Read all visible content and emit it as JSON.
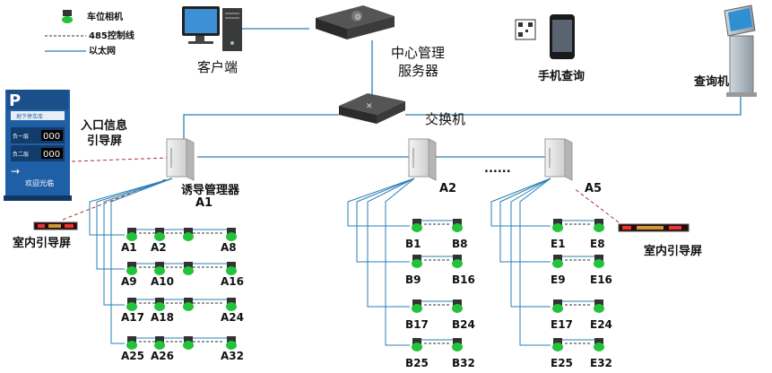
{
  "legend": {
    "camera": "车位相机",
    "rs485": "485控制线",
    "ethernet": "以太网"
  },
  "devices": {
    "client": "客户端",
    "server_line1": "中心管理",
    "server_line2": "服务器",
    "switch": "交换机",
    "mobile": "手机查询",
    "kiosk": "查询机",
    "entrance_line1": "入口信息",
    "entrance_line2": "引导屏",
    "manager_label": "诱导管理器",
    "indoor_left": "室内引导屏",
    "indoor_right": "室内引导屏"
  },
  "entrance_sign": {
    "header": "地下停车库",
    "row1": "负一层",
    "row2": "负二层",
    "digits": "000",
    "welcome": "欢迎光临"
  },
  "ellipsis": "......",
  "groups": [
    {
      "controller": "A1",
      "rows": [
        [
          "A1",
          "A2",
          "A8"
        ],
        [
          "A9",
          "A10",
          "A16"
        ],
        [
          "A17",
          "A18",
          "A24"
        ],
        [
          "A25",
          "A26",
          "A32"
        ]
      ]
    },
    {
      "controller": "A2",
      "rows": [
        [
          "B1",
          "B8"
        ],
        [
          "B9",
          "B16"
        ],
        [
          "B17",
          "B24"
        ],
        [
          "B25",
          "B32"
        ]
      ]
    },
    {
      "controller": "A5",
      "rows": [
        [
          "E1",
          "E8"
        ],
        [
          "E9",
          "E16"
        ],
        [
          "E17",
          "E24"
        ],
        [
          "E25",
          "E32"
        ]
      ]
    }
  ],
  "colors": {
    "ethernet": "#2a7fb5",
    "camera_led": "#22c23a",
    "sign_blue": "#1f5fa6"
  }
}
